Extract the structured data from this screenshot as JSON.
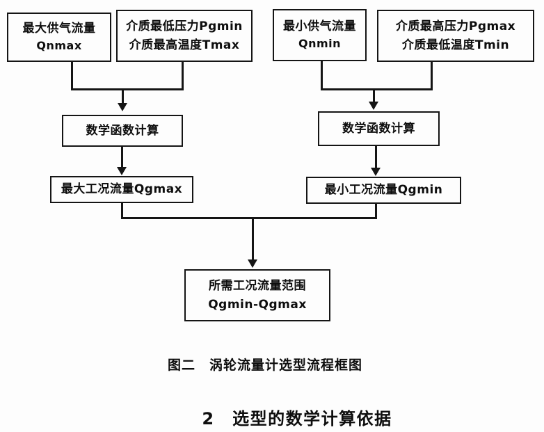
{
  "page": {
    "background_color": "#fdfdfd",
    "ink_color": "#151515",
    "type": "scanned-document-flowchart"
  },
  "flowchart": {
    "boxes": {
      "qnmax": {
        "line1": "最大供气流量",
        "line2": "Qnmax"
      },
      "pgmin_tmax": {
        "line1": "介质最低压力Pgmin",
        "line2": "介质最高温度Tmax"
      },
      "qnmin": {
        "line1": "最小供气流量",
        "line2": "Qnmin"
      },
      "pgmax_tmin": {
        "line1": "介质最高压力Pgmax",
        "line2": "介质最低温度Tmin"
      },
      "calc_left": {
        "line1": "数学函数计算"
      },
      "calc_right": {
        "line1": "数学函数计算"
      },
      "qgmax": {
        "line1": "最大工况流量Qgmax"
      },
      "qgmin": {
        "line1": "最小工况流量Qgmin"
      },
      "result": {
        "line1": "所需工况流量范围",
        "line2": "Qgmin-Qgmax"
      }
    },
    "caption": "图二　涡轮流量计选型流程框图",
    "section_heading": "2　选型的数学计算依据"
  }
}
